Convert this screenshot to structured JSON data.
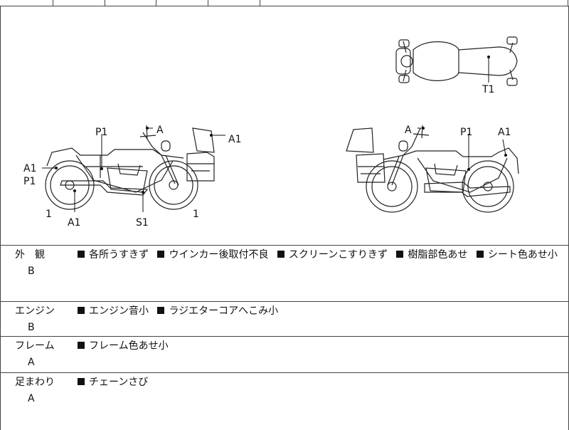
{
  "header": {
    "partial_text": ""
  },
  "diagram": {
    "left_view": {
      "labels": [
        {
          "key": "p1_top",
          "text": "P1"
        },
        {
          "key": "a_mirror",
          "text": "A"
        },
        {
          "key": "a1_screen",
          "text": "A1"
        },
        {
          "key": "a1_tail",
          "text": "A1"
        },
        {
          "key": "p1_tail",
          "text": "P1"
        },
        {
          "key": "one_left",
          "text": "1"
        },
        {
          "key": "a1_exhaust",
          "text": "A1"
        },
        {
          "key": "s1_engine",
          "text": "S1"
        },
        {
          "key": "one_right",
          "text": "1"
        }
      ]
    },
    "right_view": {
      "labels": [
        {
          "key": "a_mirror",
          "text": "A"
        },
        {
          "key": "p1_tank",
          "text": "P1"
        },
        {
          "key": "a1_tail",
          "text": "A1"
        }
      ]
    },
    "top_view": {
      "labels": [
        {
          "key": "t1_seat",
          "text": "T1"
        }
      ]
    }
  },
  "inspection": [
    {
      "category": "外　観",
      "grade": "B",
      "notes": [
        "各所うすきず",
        "ウインカー後取付不良",
        "スクリーンこすりきず",
        "樹脂部色あせ",
        "シート色あせ小"
      ]
    },
    {
      "category": "エンジン",
      "grade": "B",
      "notes": [
        "エンジン音小",
        "ラジエターコアへこみ小"
      ]
    },
    {
      "category": "フレーム",
      "grade": "A",
      "notes": [
        "フレーム色あせ小"
      ]
    },
    {
      "category": "足まわり",
      "grade": "A",
      "notes": [
        "チェーンさび"
      ]
    }
  ]
}
